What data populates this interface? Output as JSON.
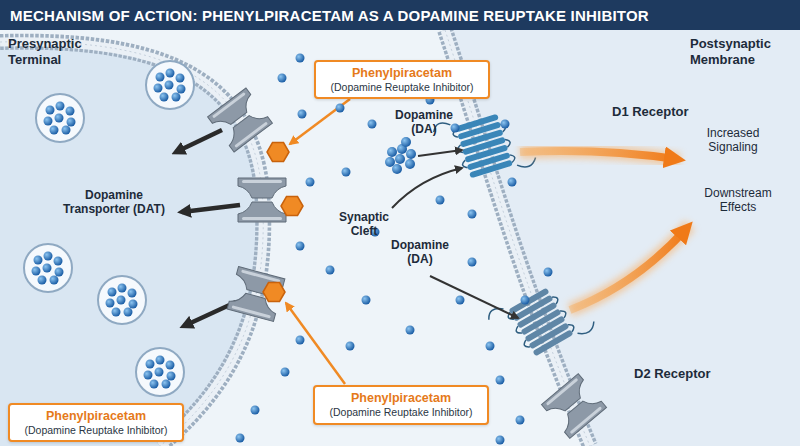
{
  "diagram": {
    "title": "MECHANISM OF ACTION: PHENYLPIRACETAM AS A DOPAMINE REUPTAKE INHIBITOR",
    "nodes": [
      {
        "text": [
          "Phenylpiracetam",
          "(Dopamine Reuptake Inhibitor)"
        ]
      },
      {
        "text": [
          "Phenylpiracetam",
          "(Dopamine Reuptake Inhibitor)"
        ]
      },
      {
        "text": [
          "Phenylpiracetam",
          "(Dopamine Reuptake Inhibitor)"
        ]
      }
    ],
    "labels": [
      "Presynaptic Terminal",
      "Postsynaptic Membrane",
      "Dopamine (DA)",
      "D1 Receptor",
      "Increased Signaling",
      "Downstream Effects",
      "Dopamine Transporter (DAT)",
      "Synaptic Cleft",
      "Dopamine (DA)",
      "D2 Receptor"
    ]
  }
}
